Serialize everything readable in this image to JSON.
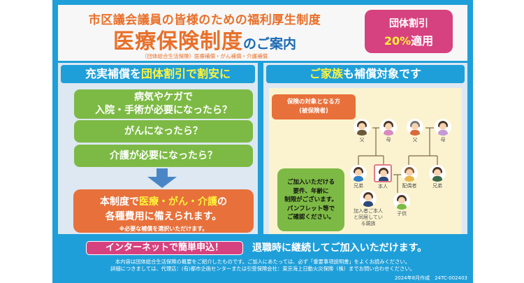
{
  "header": {
    "title_line1": "市区議会議員の皆様のための福利厚生制度",
    "title_main": "医療保険制度",
    "title_suffix": "のご案内",
    "subtitle": "（団体総合生活保険）医療補償・がん補償・介護補償"
  },
  "badge": {
    "line1": "団体割引",
    "percent": "20%",
    "suffix": "適用"
  },
  "left_panel": {
    "heading_prefix": "充実補償を",
    "heading_highlight": "団体割引で割安に",
    "questions": [
      {
        "line1": "病気やケガで",
        "line2": "入院・手術が必要になったら？"
      },
      {
        "line1": "がんになったら？"
      },
      {
        "line1": "介護が必要になったら？"
      }
    ],
    "result": {
      "prefix": "本制度で",
      "highlight": "医療・がん・介護",
      "suffix": "の",
      "line2": "各種費用に備えられます。",
      "note": "※必要な補償を選択いただけます。"
    }
  },
  "right_panel": {
    "heading_highlight": "ご家族",
    "heading_suffix": "も補償対象です",
    "insured_tag_line1": "保険の対象となる方",
    "insured_tag_line2": "(被保険者)",
    "family": {
      "father1": "父",
      "mother1": "母",
      "father2": "父",
      "mother2": "母",
      "sibling1": "兄弟",
      "self": "本人",
      "spouse": "配偶者",
      "sibling2": "兄弟",
      "cohabiting_relative": "加入者ご本人と同居している親族",
      "child": "子供"
    },
    "note": {
      "line1": "ご加入いただける",
      "line2": "要件、年齢に",
      "line3": "制限がございます。",
      "line4": "パンフレット等で",
      "line5": "ご確認ください。"
    }
  },
  "cta": {
    "button_label": "インターネットで簡単申込！",
    "retirement_text": "退職時に継続してご加入いただけます。"
  },
  "footer": {
    "disclaimer1": "本内容は団体総合生活保険の概要をご紹介したものです。ご加入にあたっては、必ず「重要事項説明書」をよくお読みください。",
    "disclaimer2": "詳細につきましては、代理店：(有)都市企画センターまたは引受保険会社：東京海上日動火災保険（株）までお問い合わせください。",
    "code": "2024年8月作成　24TC-002403"
  },
  "colors": {
    "brand_blue": "#1f9fd9",
    "orange": "#e8702a",
    "green": "#7dba45",
    "pink": "#d6427f",
    "yellow_highlight": "#fff33a"
  }
}
